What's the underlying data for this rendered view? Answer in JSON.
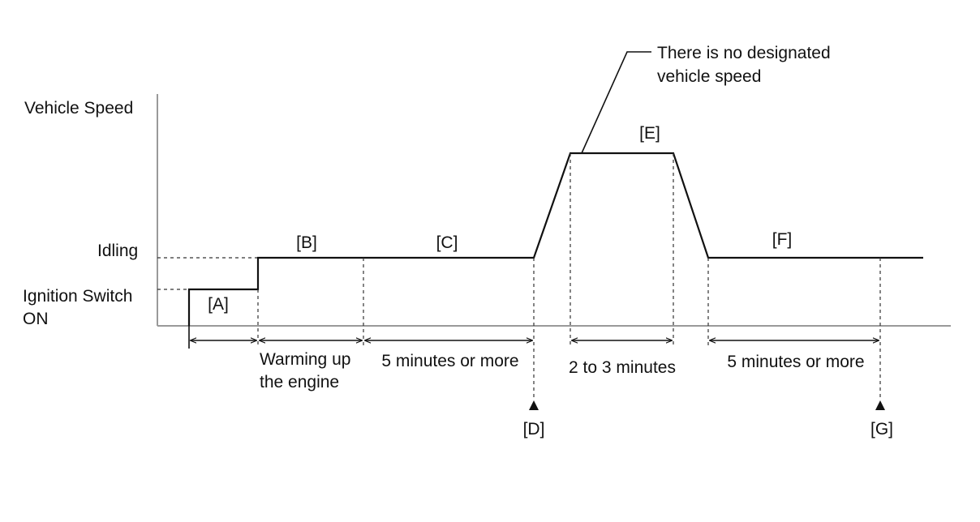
{
  "y_axis": {
    "label": "Vehicle Speed",
    "levels": {
      "idling": "Idling",
      "ignition_line1": "Ignition Switch",
      "ignition_line2": "ON"
    }
  },
  "phases": {
    "A": "[A]",
    "B": "[B]",
    "C": "[C]",
    "E": "[E]",
    "F": "[F]"
  },
  "markers": {
    "D": "[D]",
    "G": "[G]"
  },
  "durations": {
    "warmup_line1": "Warming up",
    "warmup_line2": "the engine",
    "c_duration": "5 minutes or more",
    "e_duration": "2 to 3 minutes",
    "f_duration": "5 minutes or more"
  },
  "callout": {
    "line1": "There is no designated",
    "line2": "vehicle speed"
  },
  "colors": {
    "line": "#111111",
    "axis": "#9a9a9a",
    "dashed": "#333333"
  }
}
